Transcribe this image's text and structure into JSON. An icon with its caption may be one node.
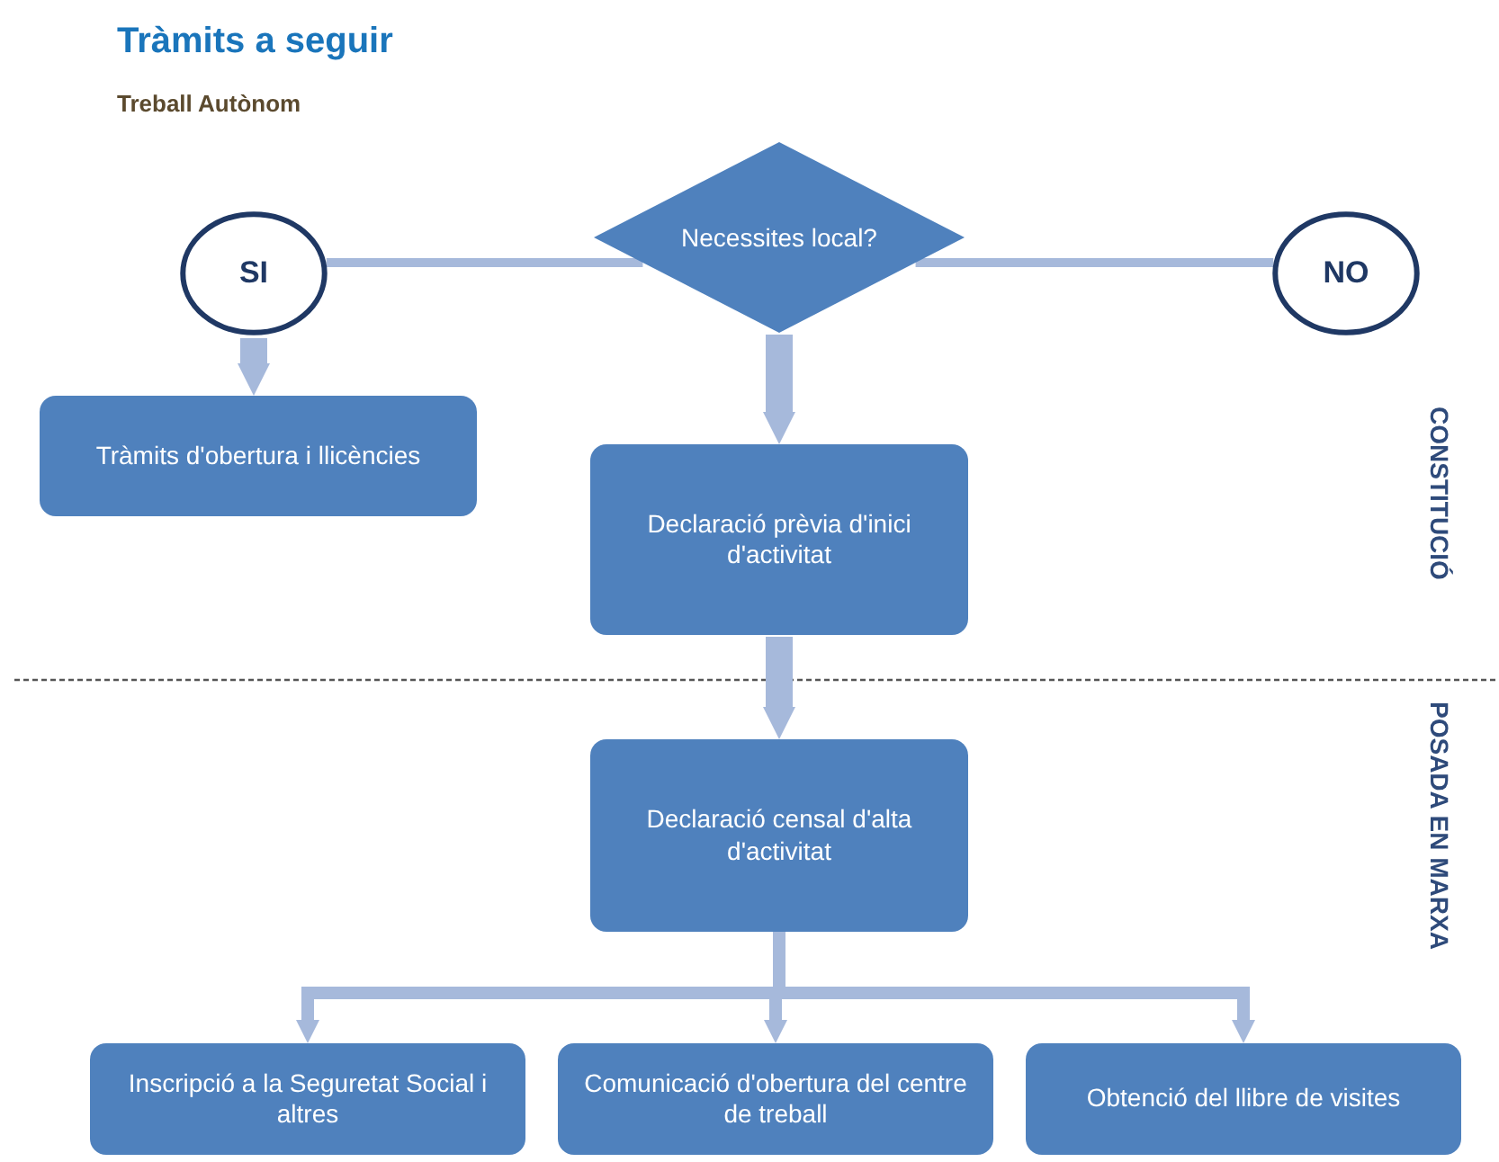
{
  "diagram": {
    "title": "Tràmits a seguir",
    "nodes": [
      {
        "text": [
          "Necessites local?"
        ]
      },
      {
        "text": [
          "SI"
        ]
      },
      {
        "text": [
          "NO"
        ]
      },
      {
        "text": [
          "Tràmits d'obertura i llicències"
        ]
      },
      {
        "text": [
          "Declaració prèvia d'inici d'activitat"
        ]
      },
      {
        "text": [
          "Declaració censal d'alta d'activitat"
        ]
      },
      {
        "text": [
          "Inscripció a la Seguretat Social i altres"
        ]
      },
      {
        "text": [
          "Comunicació d'obertura del centre de treball"
        ]
      },
      {
        "text": [
          "Obtenció del llibre de visites"
        ]
      }
    ],
    "edges": [
      {
        "from": 0,
        "to": 1,
        "arrow": "none"
      },
      {
        "from": 0,
        "to": 2,
        "arrow": "none"
      },
      {
        "from": 1,
        "to": 3,
        "arrow": "to",
        "style": "thick"
      },
      {
        "from": 0,
        "to": 4,
        "arrow": "to",
        "style": "thick"
      },
      {
        "from": 4,
        "to": 5,
        "arrow": "to",
        "style": "thick"
      },
      {
        "from": 5,
        "to": 6,
        "arrow": "to"
      },
      {
        "from": 5,
        "to": 7,
        "arrow": "to"
      },
      {
        "from": 5,
        "to": 8,
        "arrow": "to"
      }
    ],
    "labels": [
      "Treball Autònom",
      "CONSTITUCIÓ",
      "POSADA EN MARXA"
    ]
  }
}
